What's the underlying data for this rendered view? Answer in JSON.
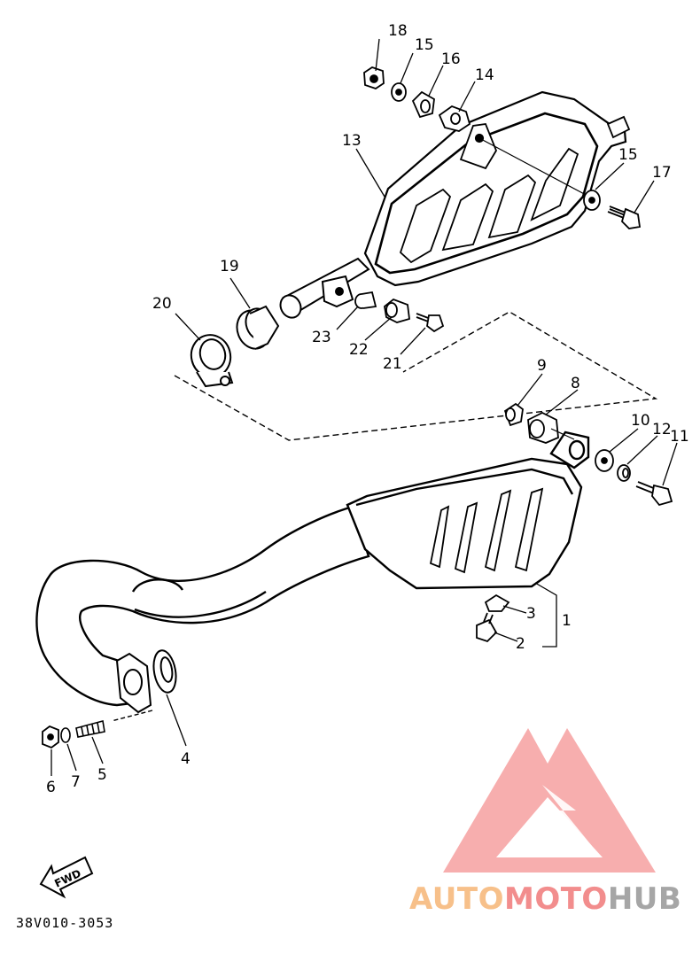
{
  "diagram": {
    "reference_code": "38V010-3053",
    "direction_label": "FWD",
    "callouts": [
      {
        "id": "c18",
        "label": "18"
      },
      {
        "id": "c15a",
        "label": "15"
      },
      {
        "id": "c16",
        "label": "16"
      },
      {
        "id": "c14",
        "label": "14"
      },
      {
        "id": "c13",
        "label": "13"
      },
      {
        "id": "c15b",
        "label": "15"
      },
      {
        "id": "c17",
        "label": "17"
      },
      {
        "id": "c19",
        "label": "19"
      },
      {
        "id": "c20",
        "label": "20"
      },
      {
        "id": "c23",
        "label": "23"
      },
      {
        "id": "c22",
        "label": "22"
      },
      {
        "id": "c21",
        "label": "21"
      },
      {
        "id": "c9",
        "label": "9"
      },
      {
        "id": "c8",
        "label": "8"
      },
      {
        "id": "c10",
        "label": "10"
      },
      {
        "id": "c12",
        "label": "12"
      },
      {
        "id": "c11",
        "label": "11"
      },
      {
        "id": "c3",
        "label": "3"
      },
      {
        "id": "c1",
        "label": "1"
      },
      {
        "id": "c2",
        "label": "2"
      },
      {
        "id": "c4",
        "label": "4"
      },
      {
        "id": "c6",
        "label": "6"
      },
      {
        "id": "c7",
        "label": "7"
      },
      {
        "id": "c5",
        "label": "5"
      }
    ]
  },
  "watermark": {
    "part1": "AUTO",
    "part2": "MOTO",
    "part3": "HUB",
    "colors": {
      "auto": "#f7c08a",
      "moto": "#f28d8d",
      "hub": "#a6a6a6",
      "logo": "#f6a0a0"
    }
  }
}
